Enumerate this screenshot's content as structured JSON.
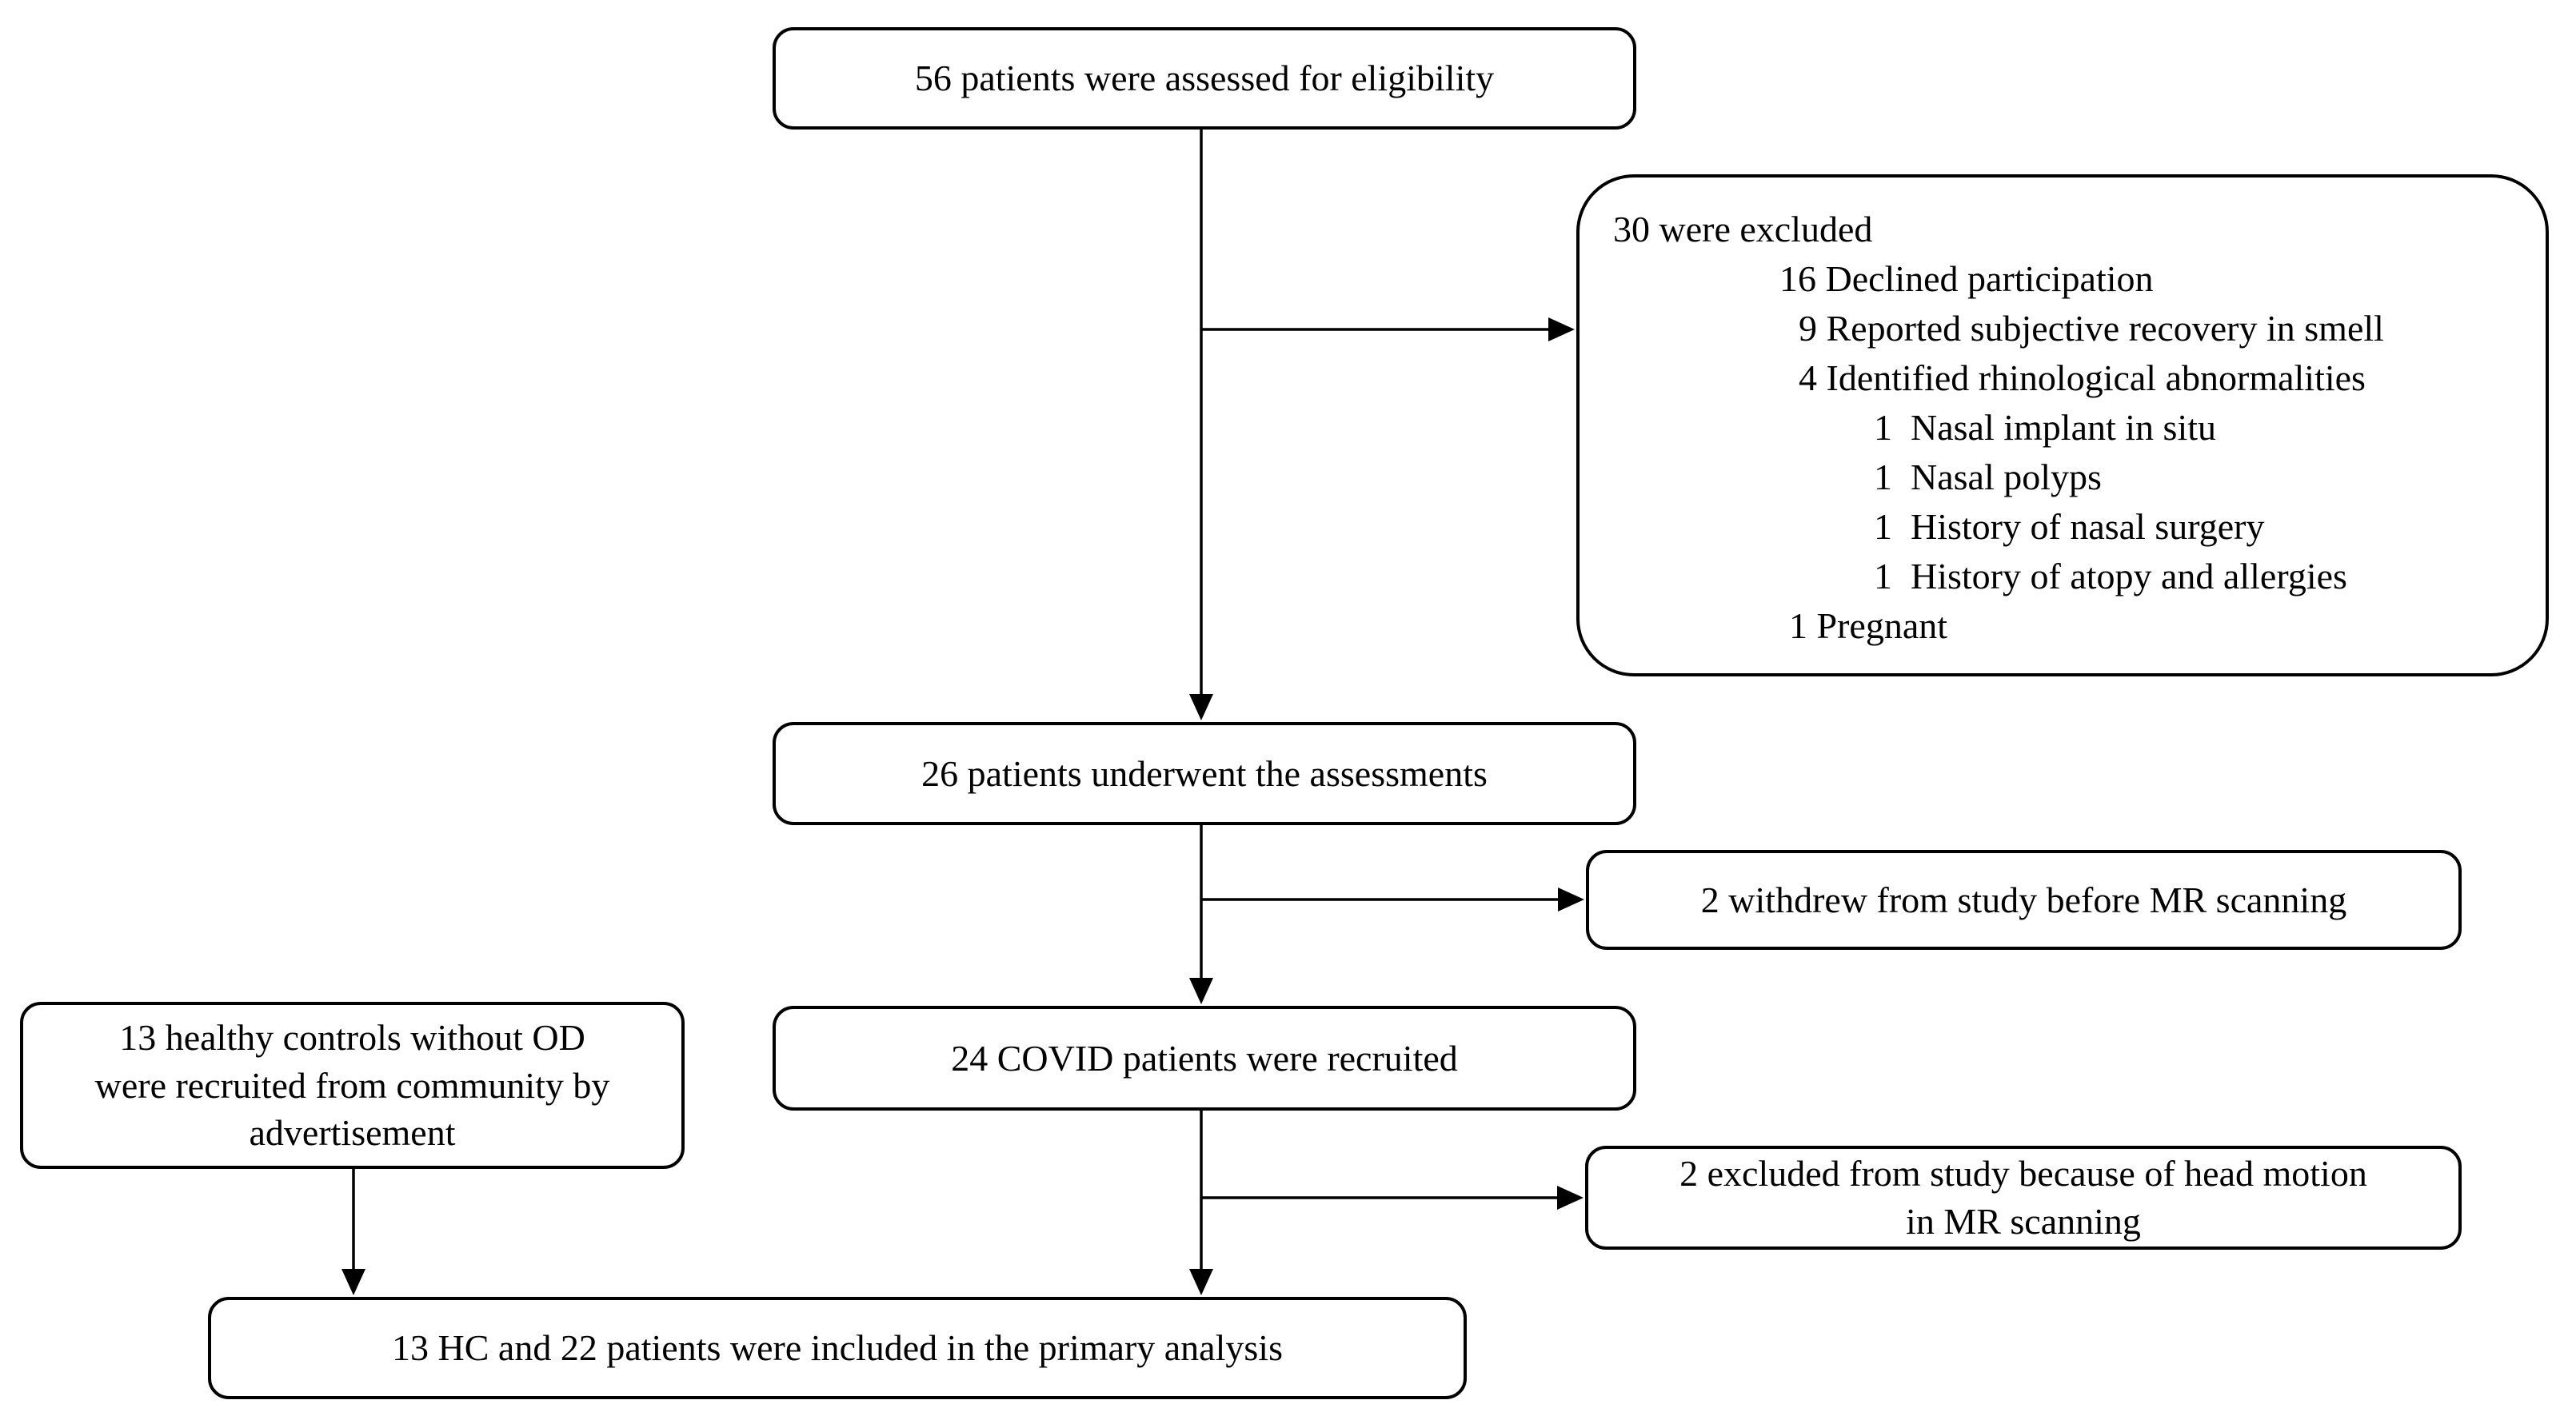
{
  "flowchart": {
    "colors": {
      "background": "#ffffff",
      "box_fill": "#ffffff",
      "box_border": "#000000",
      "line": "#000000",
      "text": "#000000"
    },
    "nodes": {
      "eligibility": {
        "text": "56 patients were assessed for eligibility"
      },
      "excluded": {
        "lines": [
          "30 were excluded",
          "16 Declined participation",
          "9 Reported subjective recovery in smell",
          "4 Identified rhinological abnormalities",
          "1  Nasal implant in situ",
          "1  Nasal polyps",
          "1  History of nasal surgery",
          "1  History of atopy and allergies",
          "1 Pregnant"
        ]
      },
      "assessments": {
        "text": "26 patients underwent the assessments"
      },
      "withdrew": {
        "text": "2 withdrew from study before MR scanning"
      },
      "recruited": {
        "text": "24 COVID patients were recruited"
      },
      "healthy_controls": {
        "lines": [
          "13 healthy controls without OD",
          "were recruited from community by",
          "advertisement"
        ]
      },
      "head_motion": {
        "lines": [
          "2 excluded from study because of head motion",
          "in MR scanning"
        ]
      },
      "primary_analysis": {
        "text": "13 HC and 22 patients were included in the primary analysis"
      }
    }
  }
}
